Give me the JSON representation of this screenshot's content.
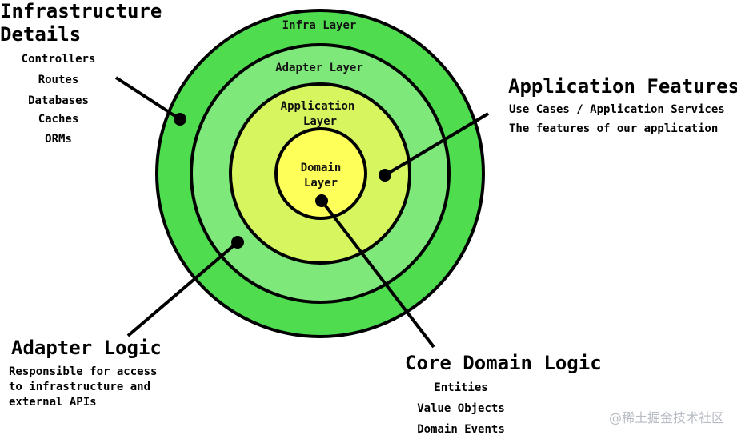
{
  "colors": {
    "infra": "#4fdc4f",
    "adapter": "#7fe87b",
    "application": "#d7f55e",
    "domain": "#ffff5a",
    "stroke": "#000000"
  },
  "rings": {
    "infra": "Infra Layer",
    "adapter": "Adapter Layer",
    "application_line1": "Application",
    "application_line2": "Layer",
    "domain_line1": "Domain",
    "domain_line2": "Layer"
  },
  "infrastructure": {
    "title_line1": "Infrastructure",
    "title_line2": "Details",
    "items": [
      "Controllers",
      "Routes",
      "Databases",
      "Caches",
      "ORMs"
    ]
  },
  "application": {
    "title": "Application Features",
    "lines": [
      "Use Cases / Application Services",
      "The features of our application"
    ]
  },
  "adapter": {
    "title": "Adapter Logic",
    "lines": [
      "Responsible for access",
      "to infrastructure and",
      "external APIs"
    ]
  },
  "core": {
    "title": "Core Domain Logic",
    "items": [
      "Entities",
      "Value Objects",
      "Domain Events"
    ]
  },
  "watermark": "@稀土掘金技术社区"
}
